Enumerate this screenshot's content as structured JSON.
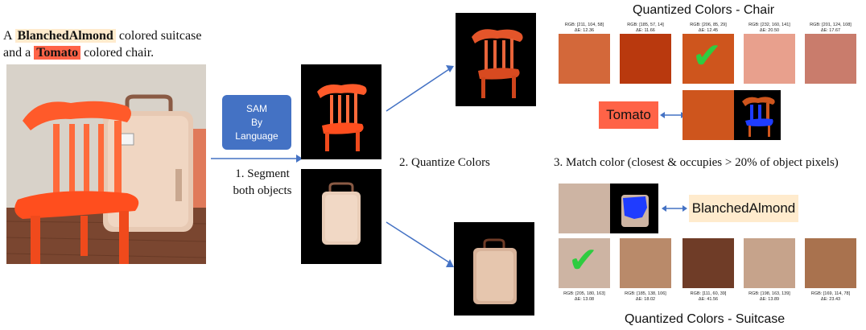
{
  "prompt": {
    "line1_a": "A ",
    "word_almond": "BlanchedAlmond",
    "line1_b": " colored suitcase",
    "line2_a": "and a ",
    "word_tomato": "Tomato",
    "line2_b": " colored chair."
  },
  "sam_box": {
    "line1": "SAM",
    "line2": "By",
    "line3": "Language"
  },
  "steps": {
    "step1_line1": "1. Segment",
    "step1_line2": "both objects",
    "step2": "2. Quantize Colors",
    "step3": "3. Match color (closest & occupies > 20% of object pixels)"
  },
  "chair": {
    "title": "Quantized Colors - Chair",
    "swatches": [
      {
        "rgb": "RGB: [211, 104, 58]",
        "de": "ΔE: 12.36",
        "color": "#d3683a"
      },
      {
        "rgb": "RGB: [185, 57, 14]",
        "de": "ΔE: 11.66",
        "color": "#b9390e"
      },
      {
        "rgb": "RGB: [206, 85, 29]",
        "de": "ΔE: 12.45",
        "color": "#ce551d"
      },
      {
        "rgb": "RGB: [232, 160, 141]",
        "de": "ΔE: 20.50",
        "color": "#e8a08d"
      },
      {
        "rgb": "RGB: [201, 124, 108]",
        "de": "ΔE: 17.67",
        "color": "#c97c6c"
      }
    ],
    "match_label": "Tomato",
    "match_label_bg": "#ff6347",
    "match_swatch": "#ce551d"
  },
  "suitcase": {
    "title": "Quantized Colors - Suitcase",
    "swatches": [
      {
        "rgb": "RGB: [205, 180, 163]",
        "de": "ΔE: 13.08",
        "color": "#cdb4a3"
      },
      {
        "rgb": "RGB: [185, 138, 106]",
        "de": "ΔE: 18.02",
        "color": "#b98a6a"
      },
      {
        "rgb": "RGB: [111, 60, 39]",
        "de": "ΔE: 41.56",
        "color": "#6f3c27"
      },
      {
        "rgb": "RGB: [198, 163, 139]",
        "de": "ΔE: 13.89",
        "color": "#c6a38b"
      },
      {
        "rgb": "RGB: [169, 114, 78]",
        "de": "ΔE: 23.43",
        "color": "#a9724e"
      }
    ],
    "match_label": "BlanchedAlmond",
    "match_label_bg": "#ffebcd",
    "match_swatch": "#cdb4a3"
  },
  "icons": {
    "check": "check-mark-icon",
    "arrow": "arrow-icon",
    "double_arrow": "double-arrow-icon"
  },
  "colors": {
    "accent_blue": "#4472c4",
    "check_green": "#2ecc40",
    "mask_blue": "#1f3cff"
  }
}
